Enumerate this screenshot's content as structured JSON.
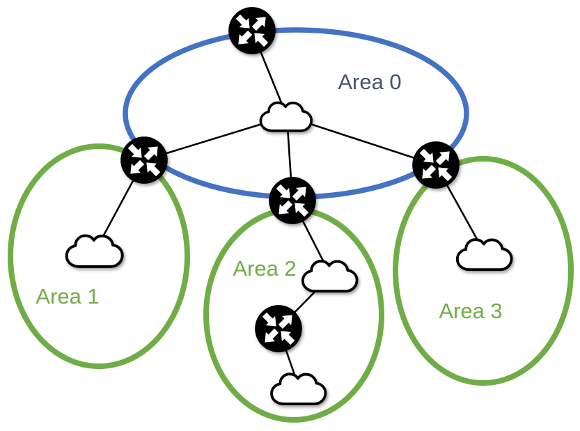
{
  "areas": [
    {
      "label": "Area 0",
      "outline_color": "#4472C4",
      "label_color": "#44546A"
    },
    {
      "label": "Area 1",
      "outline_color": "#70AD47",
      "label_color": "#70AD47"
    },
    {
      "label": "Area 2",
      "outline_color": "#70AD47",
      "label_color": "#70AD47"
    },
    {
      "label": "Area 3",
      "outline_color": "#70AD47",
      "label_color": "#70AD47"
    }
  ],
  "colors": {
    "background": "#FFFFFF",
    "backbone_outline": "#4472C4",
    "area_outline": "#70AD47",
    "link_line": "#000000",
    "router_fill": "#000000",
    "router_arrows": "#FFFFFF",
    "cloud_fill": "#FFFFFF",
    "cloud_outline": "#000000"
  },
  "icons": {
    "router": "router-icon",
    "cloud": "network-cloud-icon"
  },
  "counts": {
    "routers": 5,
    "clouds": 5,
    "links": 9
  }
}
